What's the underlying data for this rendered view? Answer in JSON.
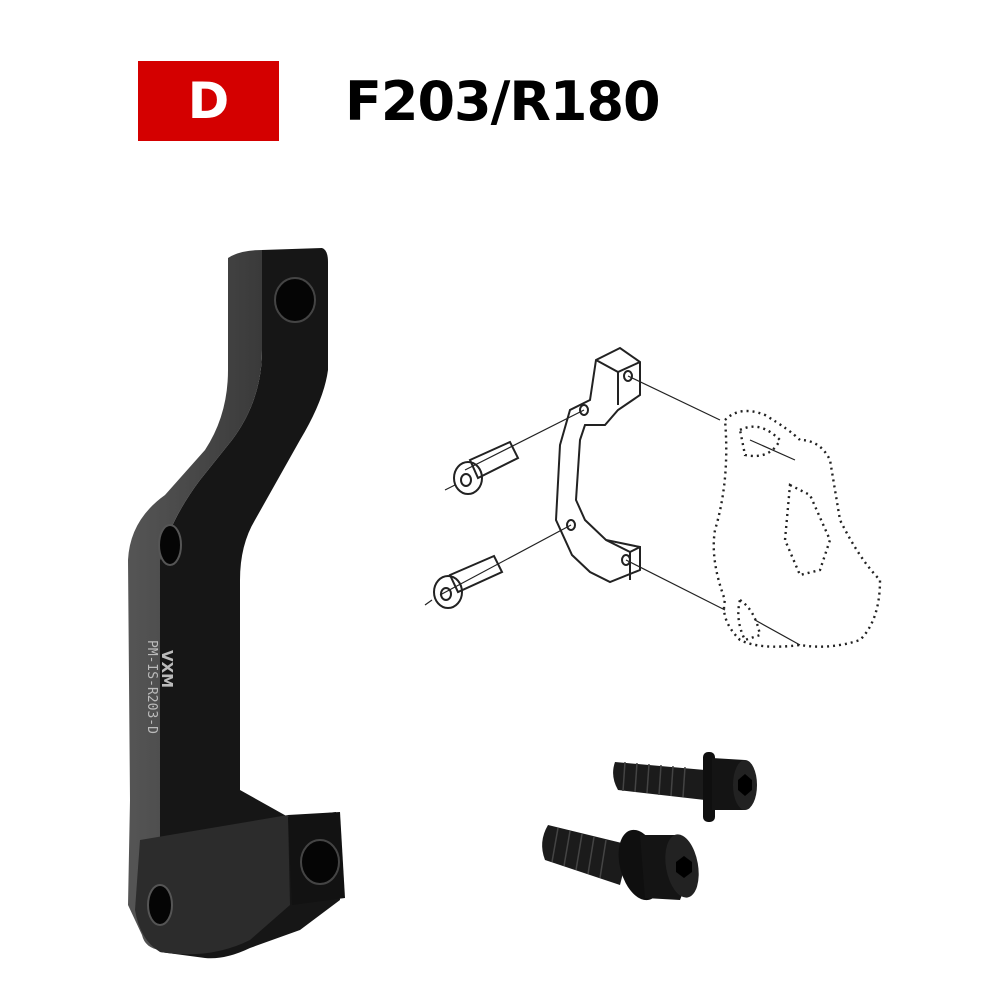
{
  "header": {
    "variant_badge": "D",
    "size_label": "F203/R180"
  },
  "product": {
    "engraving_logo": "VXM",
    "engraving_model": "PM-IS-R203-D",
    "colors": {
      "badge_red": "#d40000",
      "bracket_black": "#1a1a1a",
      "bracket_face": "#3a3a3a"
    }
  },
  "illustrations": {
    "bracket_photo": "post-mount to IS adapter bracket",
    "install_diagram": "exploded mounting diagram with two bolts and caliper outline",
    "bolts_photo": "two black hex socket bolts with washers"
  }
}
